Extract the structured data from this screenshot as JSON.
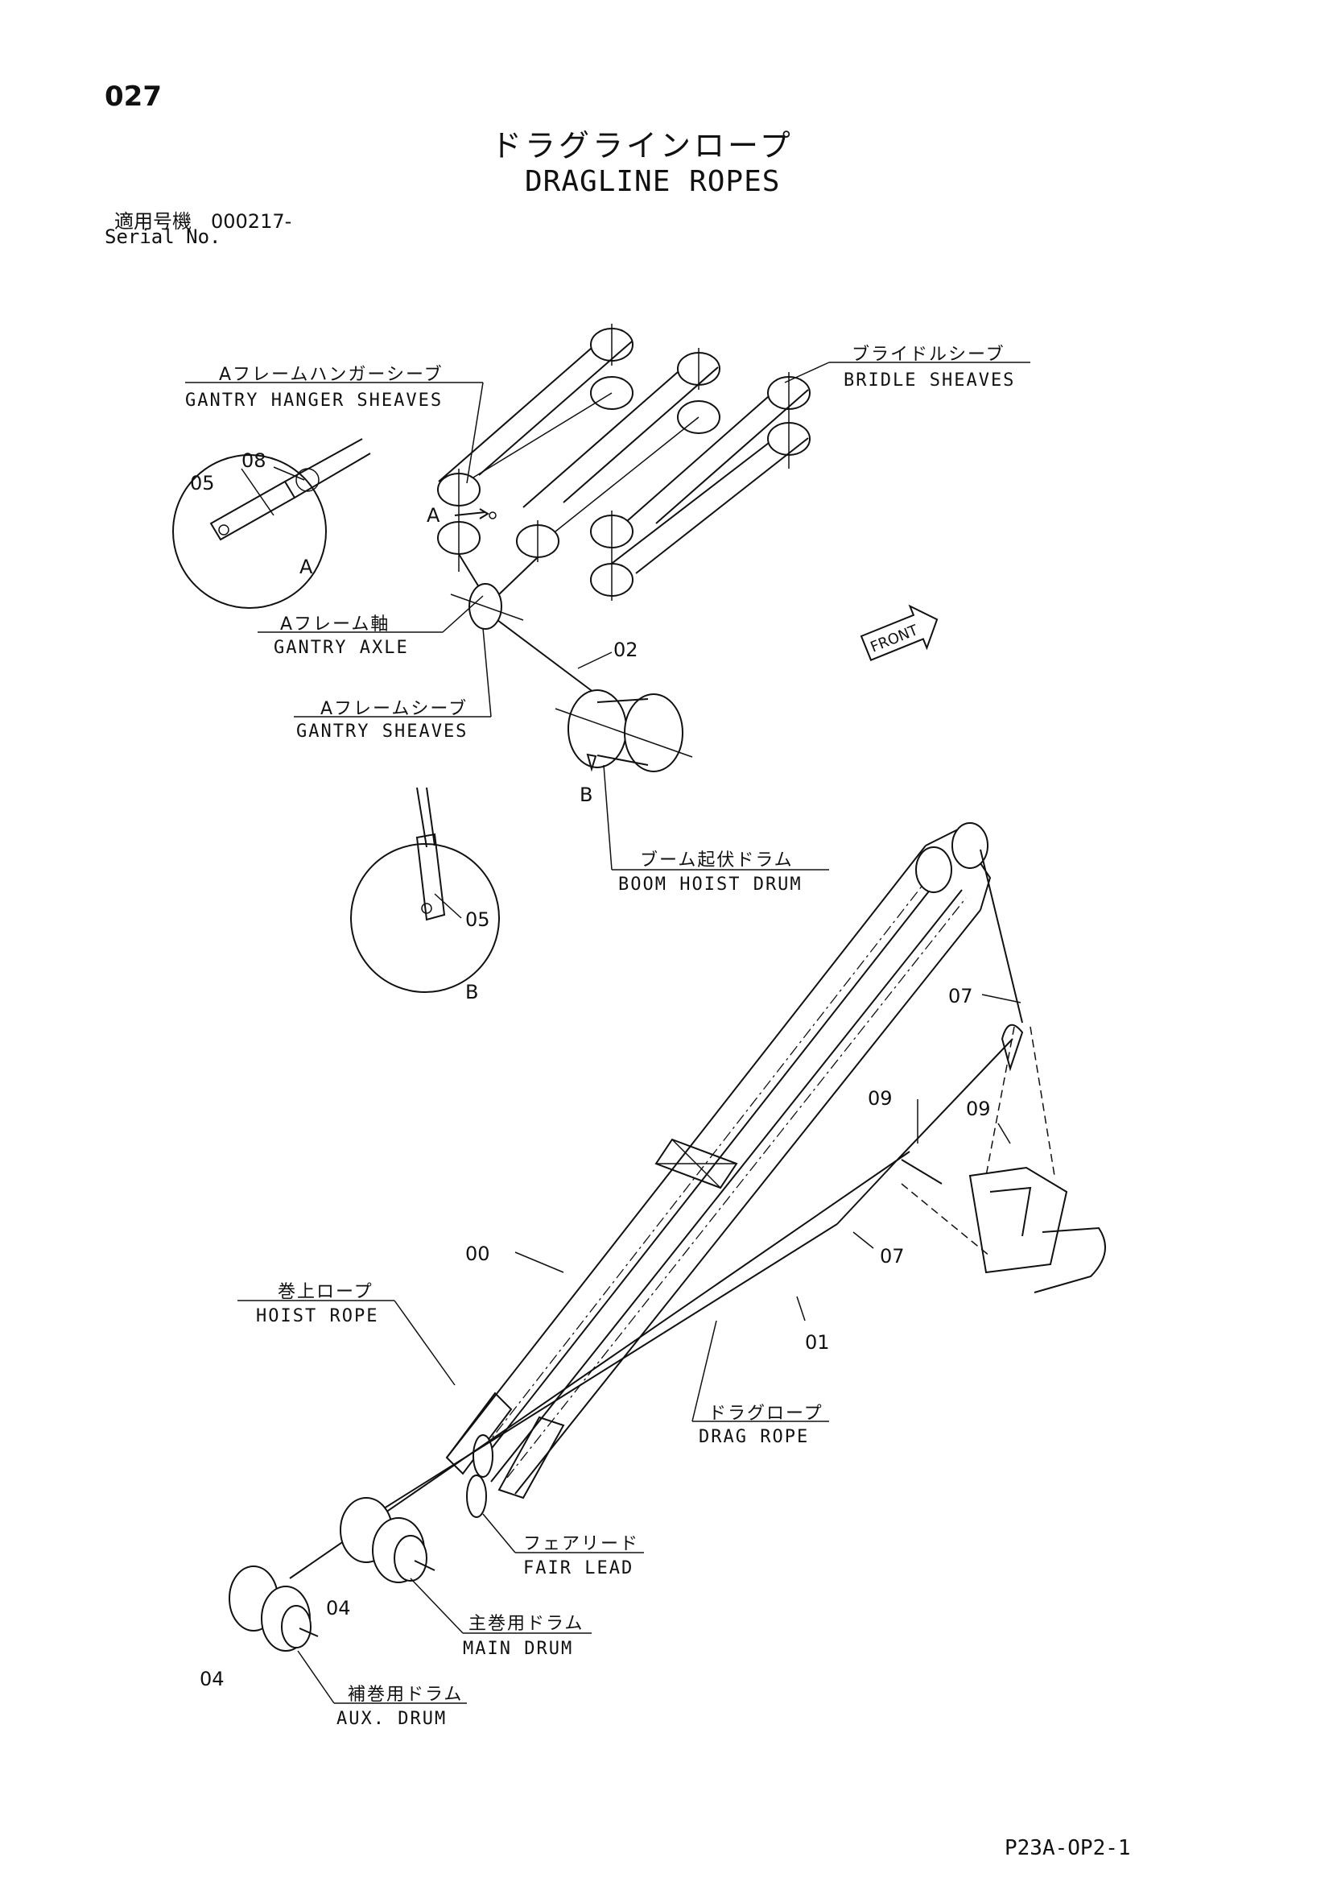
{
  "page": {
    "number": "027",
    "title_jp": "ドラグラインロープ",
    "title_en": "DRAGLINE ROPES",
    "serial_jp": "適用号機　000217-",
    "serial_en": "Serial No.",
    "doc_code": "P23A-OP2-1"
  },
  "labels": {
    "gantry_hanger_jp": "Aフレームハンガーシーブ",
    "gantry_hanger_en": "GANTRY HANGER SHEAVES",
    "bridle_jp": "ブライドルシーブ",
    "bridle_en": "BRIDLE SHEAVES",
    "gantry_axle_jp": "Aフレーム軸",
    "gantry_axle_en": "GANTRY AXLE",
    "gantry_sheaves_jp": "Aフレームシーブ",
    "gantry_sheaves_en": "GANTRY SHEAVES",
    "boom_hoist_jp": "ブーム起伏ドラム",
    "boom_hoist_en": "BOOM HOIST DRUM",
    "hoist_rope_jp": "巻上ロープ",
    "hoist_rope_en": "HOIST ROPE",
    "drag_rope_jp": "ドラグロープ",
    "drag_rope_en": "DRAG ROPE",
    "fair_lead_jp": "フェアリード",
    "fair_lead_en": "FAIR LEAD",
    "main_drum_jp": "主巻用ドラム",
    "main_drum_en": "MAIN DRUM",
    "aux_drum_jp": "補巻用ドラム",
    "aux_drum_en": "AUX. DRUM",
    "front": "FRONT"
  },
  "callouts": {
    "c00": "00",
    "c01": "01",
    "c02": "02",
    "c04a": "04",
    "c04b": "04",
    "c05a": "05",
    "c05b": "05",
    "c07a": "07",
    "c07b": "07",
    "c08": "08",
    "c09a": "09",
    "c09b": "09",
    "view_a": "A",
    "view_a2": "A",
    "view_b": "B",
    "view_b2": "B"
  }
}
